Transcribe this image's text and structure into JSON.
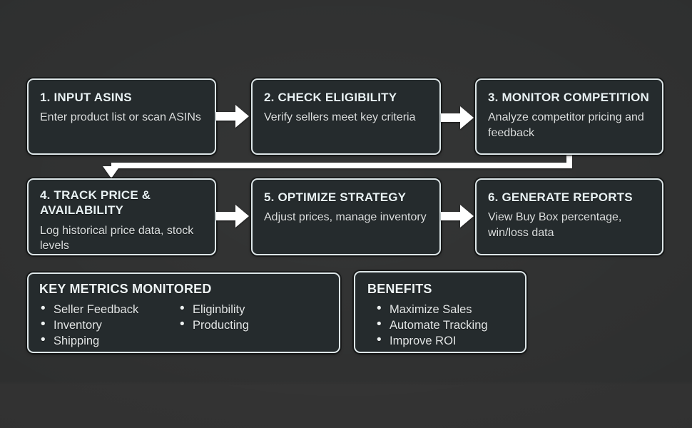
{
  "flow": {
    "steps": [
      {
        "title": "1. INPUT ASINS",
        "description": "Enter product list or scan ASINs"
      },
      {
        "title": "2. CHECK ELIGIBILITY",
        "description": "Verify sellers meet key criteria"
      },
      {
        "title": "3. MONITOR COMPETITION",
        "description": "Analyze competitor pricing and feedback"
      },
      {
        "title": "4. TRACK PRICE & AVAILABILITY",
        "description": "Log historical price data, stock levels"
      },
      {
        "title": "5. OPTIMIZE STRATEGY",
        "description": "Adjust prices, manage inventory"
      },
      {
        "title": "6. GENERATE REPORTS",
        "description": "View Buy Box percentage, win/loss data"
      }
    ]
  },
  "panels": {
    "key_metrics": {
      "title": "KEY METRICS MONITORED",
      "column1": [
        "Seller Feedback",
        "Inventory",
        "Shipping"
      ],
      "column2": [
        "Eliginbility",
        "Producting"
      ]
    },
    "benefits": {
      "title": "BENEFITS",
      "items": [
        "Maximize Sales",
        "Automate Tracking",
        "Improve ROI"
      ]
    }
  },
  "icons": {
    "flow_arrow": "arrow-right-icon",
    "elbow_connector": "arrow-elbow-down-icon"
  },
  "colors": {
    "background": "#2e2f2f",
    "box_fill": "#252b2d",
    "box_border": "#dde6e8",
    "title_text": "#e8f1f3",
    "body_text": "#dcdfdf",
    "arrow": "#ffffff"
  }
}
